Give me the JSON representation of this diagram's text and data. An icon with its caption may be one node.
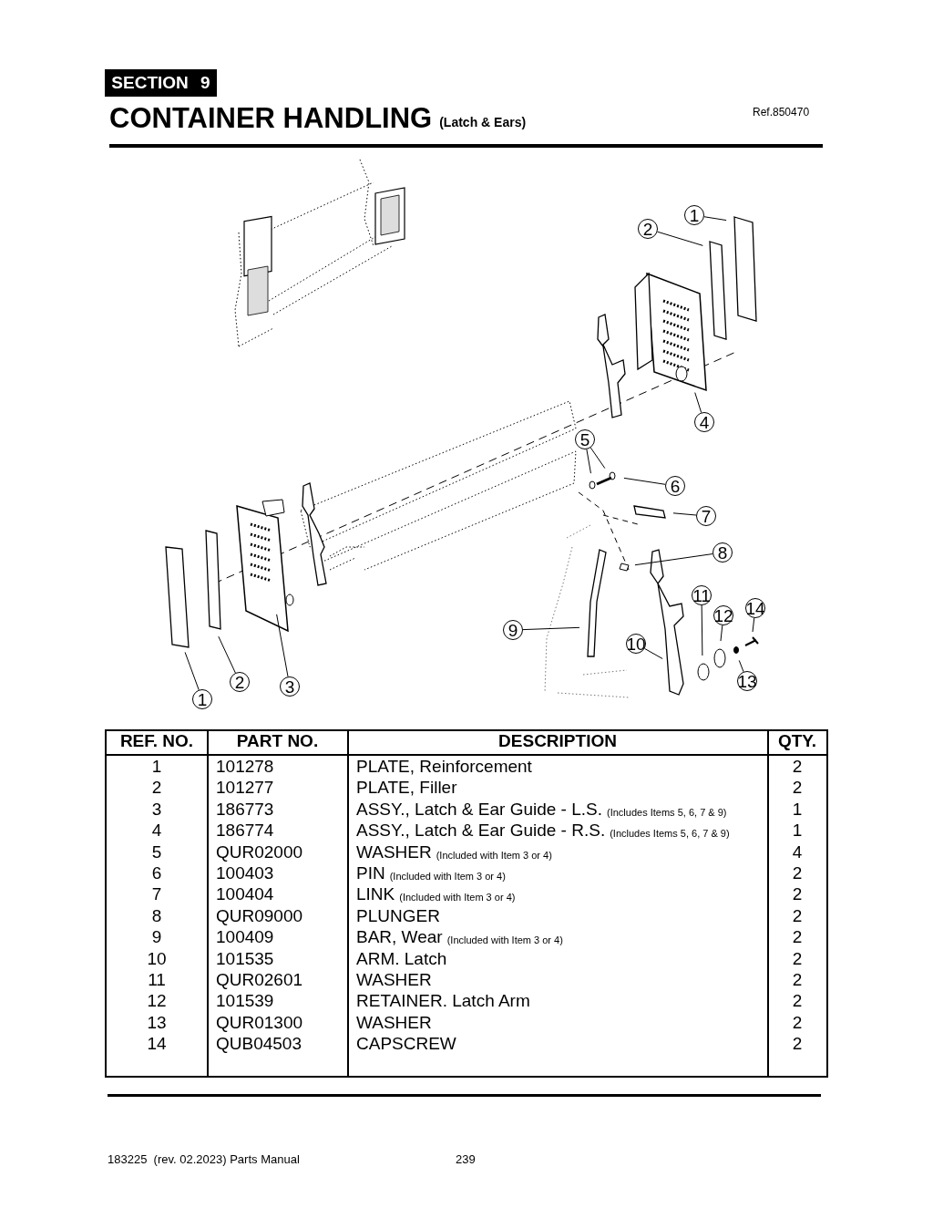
{
  "diagram": {
    "title": "CONTAINER HANDLING",
    "nodes": [
      {
        "text": [
          "1"
        ]
      },
      {
        "text": [
          "2"
        ]
      },
      {
        "text": [
          "4"
        ]
      },
      {
        "text": [
          "5"
        ]
      },
      {
        "text": [
          "6"
        ]
      },
      {
        "text": [
          "7"
        ]
      },
      {
        "text": [
          "8"
        ]
      },
      {
        "text": [
          "11"
        ]
      },
      {
        "text": [
          "14"
        ]
      },
      {
        "text": [
          "12"
        ]
      },
      {
        "text": [
          "9"
        ]
      },
      {
        "text": [
          "10"
        ]
      },
      {
        "text": [
          "2"
        ]
      },
      {
        "text": [
          "3"
        ]
      },
      {
        "text": [
          "13"
        ]
      },
      {
        "text": [
          "1"
        ]
      }
    ],
    "edges": [
      {
        "from": 0,
        "to": null,
        "arrow": "none"
      },
      {
        "from": 1,
        "to": null,
        "arrow": "none"
      },
      {
        "from": 2,
        "to": null,
        "arrow": "none"
      },
      {
        "from": 3,
        "to": null,
        "arrow": "none"
      },
      {
        "from": 3,
        "to": null,
        "arrow": "none"
      },
      {
        "from": 4,
        "to": null,
        "arrow": "none"
      },
      {
        "from": 5,
        "to": null,
        "arrow": "none"
      },
      {
        "from": 6,
        "to": null,
        "arrow": "none"
      },
      {
        "from": 7,
        "to": null,
        "arrow": "none"
      },
      {
        "from": 8,
        "to": null,
        "arrow": "none"
      },
      {
        "from": 9,
        "to": null,
        "arrow": "none"
      },
      {
        "from": 10,
        "to": null,
        "arrow": "none"
      },
      {
        "from": 11,
        "to": null,
        "arrow": "none"
      },
      {
        "from": 12,
        "to": null,
        "arrow": "none"
      },
      {
        "from": 13,
        "to": null,
        "arrow": "none"
      },
      {
        "from": 14,
        "to": null,
        "arrow": "none"
      },
      {
        "from": 15,
        "to": null,
        "arrow": "none"
      }
    ],
    "labels": [
      "SECTION 9",
      "(Latch & Ears)",
      "Ref.850470",
      "REF. NO.",
      "PART NO.",
      "DESCRIPTION",
      "QTY.",
      "1",
      "101278",
      "PLATE, Reinforcement",
      "2",
      "2",
      "101277",
      "PLATE, Filler",
      "2",
      "3",
      "186773",
      "ASSY., Latch & Ear Guide - L.S.",
      "(Includes Items 5, 6, 7 & 9)",
      "1",
      "4",
      "186774",
      "ASSY., Latch & Ear Guide - R.S.",
      "(Includes Items 5, 6, 7 & 9)",
      "1",
      "5",
      "QUR02000",
      "WASHER",
      "(Included with Item 3 or 4)",
      "4",
      "6",
      "100403",
      "PIN",
      "(Included with Item 3 or 4)",
      "2",
      "7",
      "100404",
      "LINK",
      "(Included with Item 3 or 4)",
      "2",
      "8",
      "QUR09000",
      "PLUNGER",
      "2",
      "9",
      "100409",
      "BAR, Wear",
      "(Included with Item 3 or 4)",
      "2",
      "10",
      "101535",
      "ARM. Latch",
      "2",
      "11",
      "QUR02601",
      "WASHER",
      "2",
      "12",
      "101539",
      "RETAINER. Latch Arm",
      "2",
      "13",
      "QUR01300",
      "WASHER",
      "2",
      "14",
      "QUB04503",
      "CAPSCREW",
      "2",
      "183225  (rev. 02.2023) Parts Manual",
      "239"
    ]
  }
}
